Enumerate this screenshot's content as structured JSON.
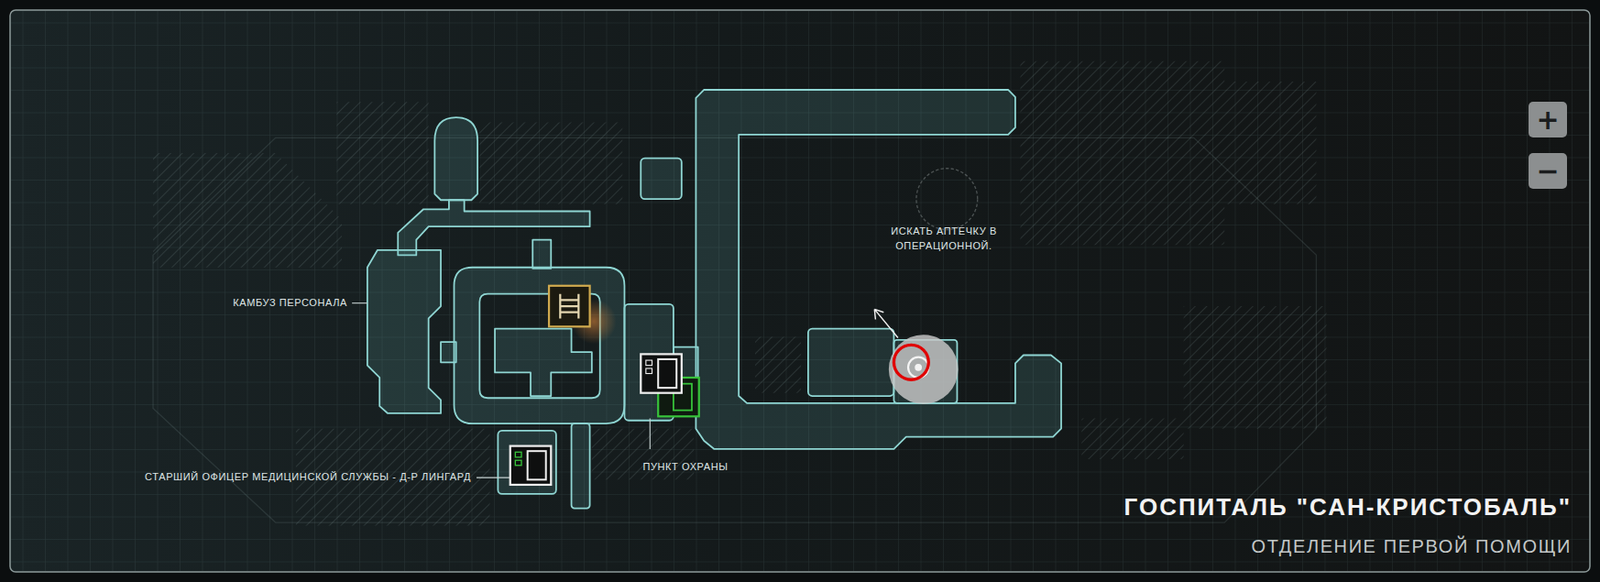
{
  "diagram": {
    "title": "ГОСПИТАЛЬ \"САН-КРИСТОБАЛЬ\"",
    "caption": "ОТДЕЛЕНИЕ ПЕРВОЙ ПОМОЩИ",
    "nodes": [
      {
        "text": [
          "+"
        ]
      },
      {
        "text": [
          "−"
        ]
      }
    ],
    "labels": [
      "ИСКАТЬ АПТЕЧКУ В ОПЕРАЦИОННОЙ.",
      "КАМБУЗ ПЕРСОНАЛА",
      "ПУНКТ ОХРАНЫ",
      "СТАРШИЙ ОФИЦЕР МЕДИЦИНСКОЙ СЛУЖБЫ - Д-Р ЛИНГАРД"
    ]
  }
}
